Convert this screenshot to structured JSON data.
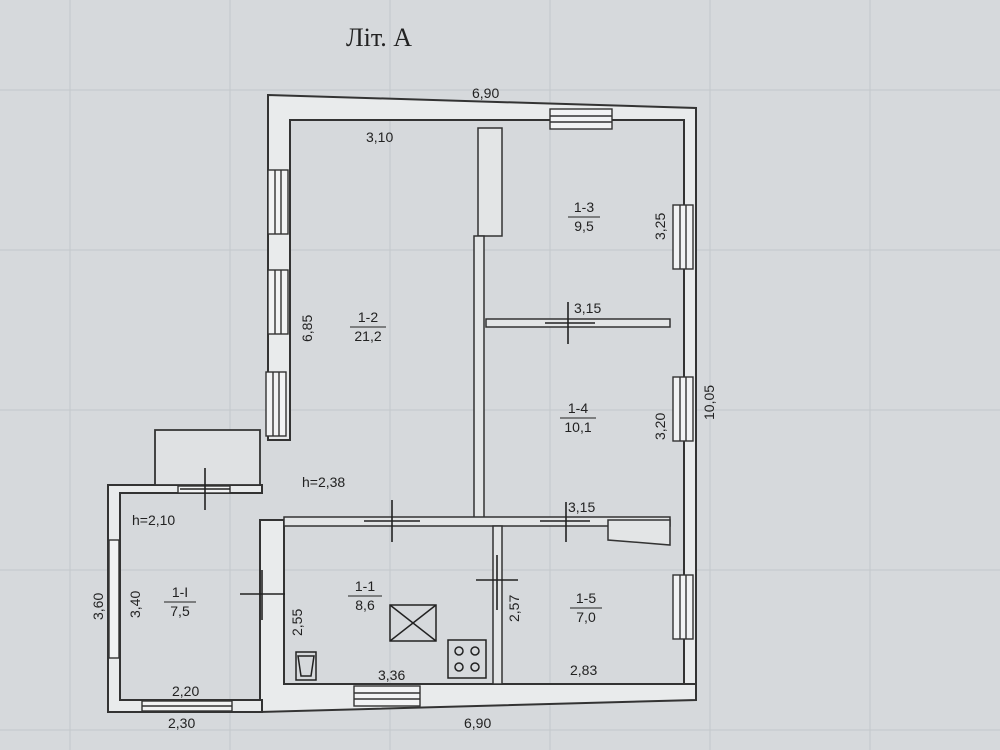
{
  "title": "Літ. А",
  "rooms": [
    {
      "id": "1-2",
      "area": "21,2"
    },
    {
      "id": "1-3",
      "area": "9,5"
    },
    {
      "id": "1-4",
      "area": "10,1"
    },
    {
      "id": "1-5",
      "area": "7,0"
    },
    {
      "id": "1-1",
      "area": "8,6"
    },
    {
      "id": "1-І",
      "area": "7,5"
    }
  ],
  "dimensions": {
    "top_outer": "6,90",
    "top_inner": "3,10",
    "left_main": "6,85",
    "right_outer": "10,05",
    "room13_height": "3,25",
    "room13_width": "3,15",
    "room14_height": "3,20",
    "room15_width_top": "3,15",
    "room15_depth": "2,57",
    "room15_width": "2,83",
    "room11_depth": "2,55",
    "room11_width": "3,36",
    "bottom_outer": "6,90",
    "annex_outer_height": "3,60",
    "annex_inner_height": "3,40",
    "annex_inner_width": "2,20",
    "annex_outer_width": "2,30"
  },
  "heights": {
    "main": "h=2,38",
    "annex": "h=2,10"
  }
}
